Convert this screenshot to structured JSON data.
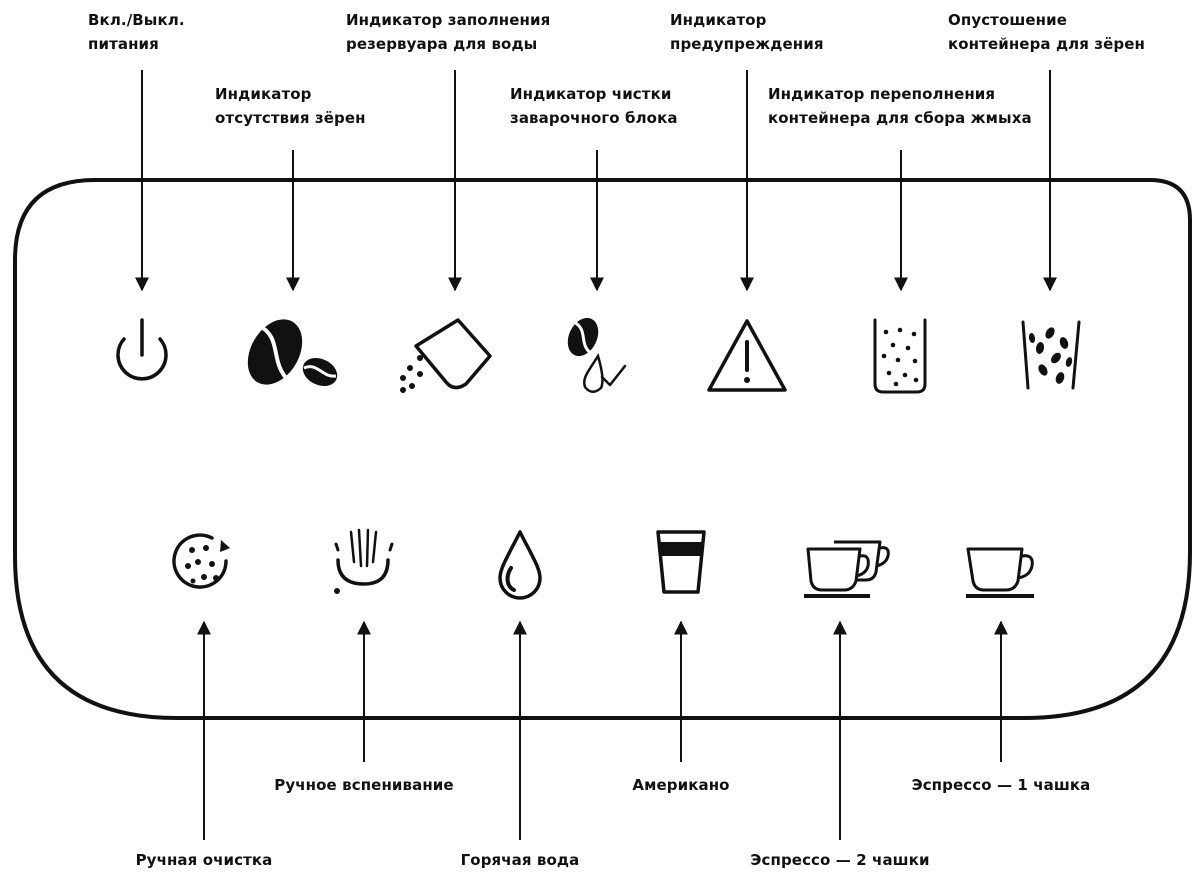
{
  "top_labels": {
    "power": "Вкл./Выкл.\nпитания",
    "no_beans": "Индикатор\nотсутствия зёрен",
    "water_tank": "Индикатор заполнения\nрезервуара для воды",
    "brew_unit": "Индикатор чистки\nзаварочного блока",
    "warning": "Индикатор\nпредупреждения",
    "grounds": "Индикатор переполнения\nконтейнера для сбора жмыха",
    "bean_empty": "Опустошение\nконтейнера для зёрен"
  },
  "bottom_labels": {
    "manual_clean": "Ручная очистка",
    "manual_froth": "Ручное вспенивание",
    "hot_water": "Горячая вода",
    "americano": "Американо",
    "espresso_two": "Эспрессо — 2 чашки",
    "espresso_one": "Эспрессо — 1 чашка"
  },
  "icons": {
    "indicators": [
      "power-icon",
      "coffee-beans-icon",
      "water-tank-icon",
      "brew-unit-icon",
      "warning-icon",
      "grounds-container-icon",
      "bean-container-icon"
    ],
    "buttons": [
      "cleaning-icon",
      "frothing-icon",
      "water-drop-icon",
      "americano-glass-icon",
      "two-cups-icon",
      "one-cup-icon"
    ]
  }
}
